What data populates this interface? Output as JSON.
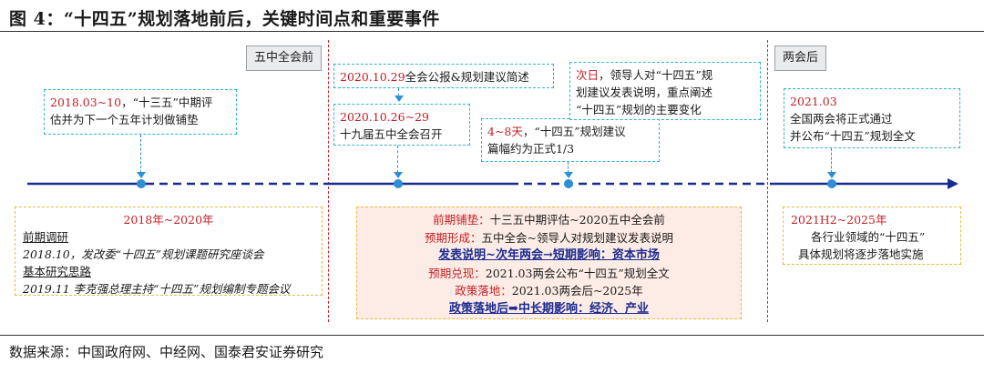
{
  "title": "图 4：“十四五”规划落地前后，关键时间点和重要事件",
  "footer": "数据来源：中国政府网、中经网、国泰君安证券研究",
  "stages": {
    "before": "五中全会前",
    "after": "两会后"
  },
  "events": {
    "e1": {
      "date": "2018.03~10",
      "text_a": "，“十三五”中期评",
      "text_b": "估并为下一个五年计划做铺垫"
    },
    "e2": {
      "date": "2020.10.29",
      "text": "全会公报&规划建议简述"
    },
    "e3": {
      "date": "2020.10.26~29",
      "text": "十九届五中全会召开"
    },
    "e4": {
      "date": "4~8天",
      "text_a": "，“十四五”规划建议",
      "text_b": "篇幅约为正式1/3"
    },
    "e5": {
      "date": "次日",
      "text_a": "，领导人对“十四五”规",
      "text_b": "划建议发表说明，重点阐述",
      "text_c": "“十四五”规划的主要变化"
    },
    "e6": {
      "date": "2021.03",
      "text_a": "全国两会将正式通过",
      "text_b": "并公布“十四五”规划全文"
    }
  },
  "left_box": {
    "period": "2018年~2020年",
    "heading": "前期调研",
    "line1": "2018.10，发改委“十四五”规划课题研究座谈会",
    "line2": "基本研究思路",
    "line3": "2019.11 李克强总理主持“十四五”规划编制专题会议"
  },
  "center_box": {
    "l1_label": "前期铺垫：",
    "l1_text": "十三五中期评估~2020五中全会前",
    "l2_label": "预期形成：",
    "l2_text": "五中全会~领导人对规划建议发表说明",
    "l3": "发表说明~次年两会→短期影响：资本市场",
    "l4_label": "预期兑现：",
    "l4_text": "2021.03两会公布“十四五”规划全文",
    "l5_label": "政策落地：",
    "l5_text": "2021.03两会后~2025年",
    "l6": "政策落地后➡中长期影响：经济、产业"
  },
  "right_box": {
    "period": "2021H2~2025年",
    "line1": "各行业领域的“十四五”",
    "line2": "具体规划将逐步落地实施"
  }
}
